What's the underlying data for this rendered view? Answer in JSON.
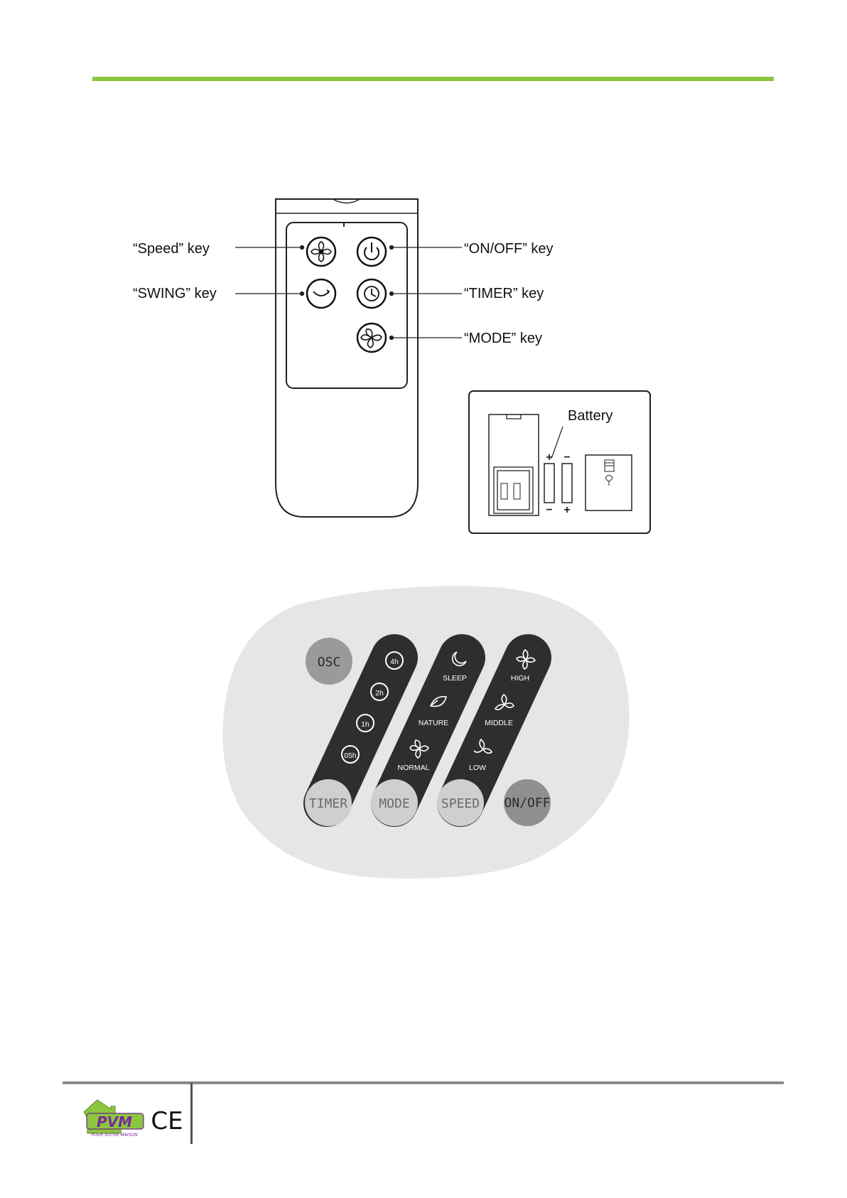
{
  "theme": {
    "accent_green": "#8cc63f",
    "panel_bg": "#e6e6e6",
    "pill_dark": "#2e2e2e",
    "button_grey": "#9a9a9a",
    "button_light": "#cfcfcf"
  },
  "remote": {
    "labels": {
      "speed": "“Speed” key",
      "swing": "“SWING” key",
      "onoff": "“ON/OFF” key",
      "timer": "“TIMER” key",
      "mode": "“MODE” key"
    },
    "battery_label": "Battery",
    "icons": [
      "fan-icon",
      "power-icon",
      "swing-icon",
      "clock-icon",
      "mode-swirl-icon"
    ]
  },
  "control_panel": {
    "osc_button": "OSC",
    "timer": {
      "button": "TIMER",
      "options": [
        "4h",
        "2h",
        "1h",
        "05h"
      ]
    },
    "mode": {
      "button": "MODE",
      "options": [
        "SLEEP",
        "NATURE",
        "NORMAL"
      ]
    },
    "speed": {
      "button": "SPEED",
      "options": [
        "HIGH",
        "MIDDLE",
        "LOW"
      ]
    },
    "onoff_button": "ON/OFF"
  },
  "footer": {
    "logo_text": "PVM",
    "logo_tagline": "POUR VOTRE MAISON",
    "certification": "CE"
  }
}
